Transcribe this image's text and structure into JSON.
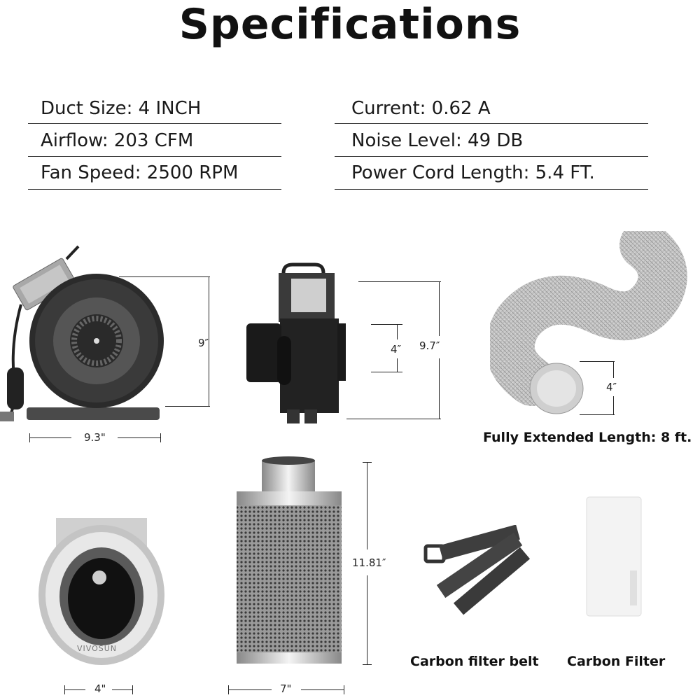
{
  "title": "Specifications",
  "specs_left": [
    "Duct Size: 4 INCH",
    "Airflow: 203 CFM",
    "Fan Speed: 2500 RPM"
  ],
  "specs_right": [
    "Current: 0.62 A",
    "Noise Level: 49 DB",
    "Power Cord Length: 5.4 FT."
  ],
  "dimensions": {
    "fan_height": "9″",
    "fan_width": "9.3\"",
    "fan_side_inner": "4″",
    "fan_side_height": "9.7″",
    "duct_diameter": "4″",
    "filter_height": "11.81″",
    "filter_top_diameter": "4\"",
    "filter_width": "7\""
  },
  "captions": {
    "duct": "Fully Extended Length: 8 ft.",
    "belt": "Carbon filter belt",
    "filter": "Carbon Filter"
  },
  "brand": "VIVOSUN"
}
